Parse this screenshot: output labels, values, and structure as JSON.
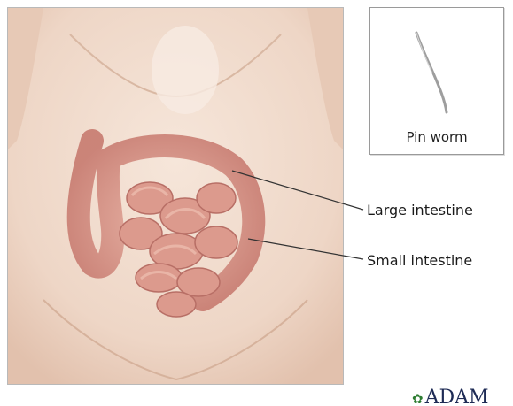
{
  "inset": {
    "caption": "Pin worm",
    "icon": "pinworm-icon"
  },
  "labels": {
    "large_intestine": "Large intestine",
    "small_intestine": "Small intestine"
  },
  "logo": {
    "text": "ADAM",
    "mark": "leaf-logo-mark"
  },
  "colors": {
    "skin": "#f2dfd2",
    "intestine": "#d9948a",
    "intestine_highlight": "#e8b0a4",
    "border": "#b9b9b9",
    "logo": "#1e2b55"
  }
}
